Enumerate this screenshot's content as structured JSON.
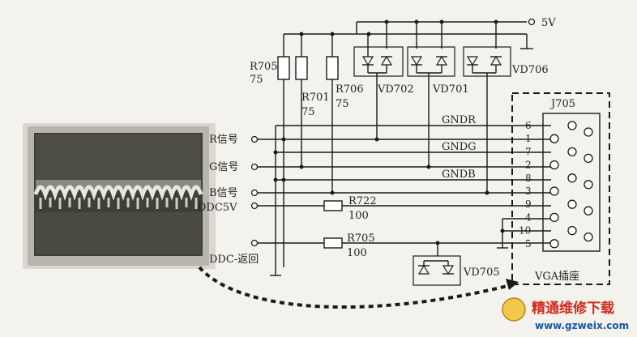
{
  "power": {
    "label": "5V"
  },
  "resistors": {
    "r705_top": {
      "name": "R705",
      "value": "75"
    },
    "r701": {
      "name": "R701",
      "value": "75"
    },
    "r706": {
      "name": "R706",
      "value": "75"
    },
    "r722": {
      "name": "R722",
      "value": "100"
    },
    "r705_bot": {
      "name": "R705",
      "value": "100"
    }
  },
  "diodes": {
    "vd702": "VD702",
    "vd701": "VD701",
    "vd706": "VD706",
    "vd705": "VD705"
  },
  "grounds": {
    "gndr": "GNDR",
    "gndg": "GNDG",
    "gndb": "GNDB"
  },
  "inputs": {
    "r": "R信号",
    "g": "G信号",
    "b": "B信号",
    "ddc5v": "DDC5V",
    "ddc_return": "DDC-返回"
  },
  "connector": {
    "name": "J705",
    "caption": "VGA插座",
    "pins": [
      "6",
      "1",
      "7",
      "2",
      "8",
      "3",
      "9",
      "4",
      "10",
      "5"
    ]
  },
  "watermark": {
    "title": "精通维修下载",
    "url": "www.gzweix.com"
  },
  "colors": {
    "ink": "#1a1a1a",
    "screen_bg": "#4a4a42",
    "watermark_red": "#d42a1e"
  }
}
